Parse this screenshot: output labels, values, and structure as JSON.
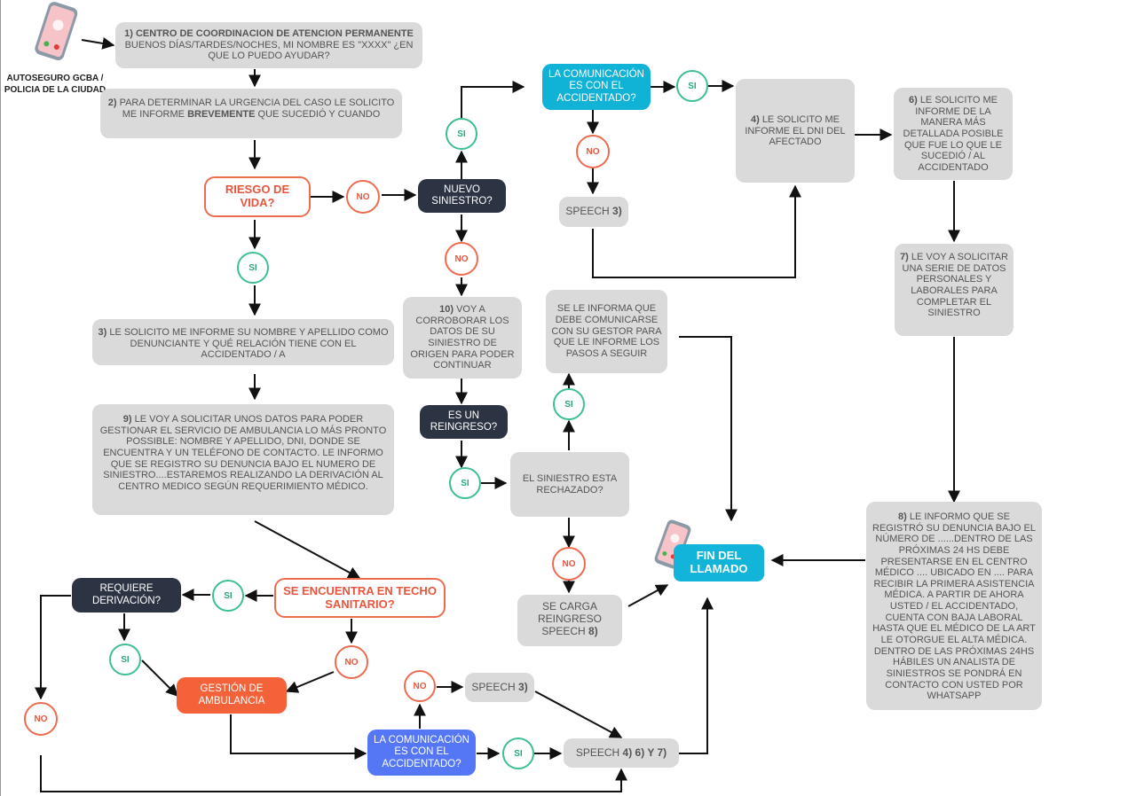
{
  "author_label": "AUTOSEGURO GCBA / POLICIA DE LA CIUDAD",
  "colors": {
    "si": "#3dbf93",
    "no": "#ee6b50",
    "dark_node": "#2c3444",
    "cyan_node": "#10b2d6",
    "blue_node": "#5577f5",
    "orange_node": "#f4623a",
    "gray_node": "#dadada"
  },
  "icons": {
    "phone": "phone-icon"
  },
  "nodes": {
    "n1": {
      "num": "1)",
      "bold": "CENTRO DE  COORDINACION DE ATENCION PERMANENTE",
      "text": "BUENOS DÍAS/TARDES/NOCHES, MI NOMBRE ES \"XXXX\" ¿EN QUE LO PUEDO AYUDAR?"
    },
    "n2": {
      "num": "2)",
      "pre": "PARA DETERMINAR LA URGENCIA DEL CASO LE SOLICITO ME INFORME",
      "bold": "BREVEMENTE",
      "post": "QUE SUCEDIÓ Y CUANDO"
    },
    "riesgo": "RIESGO DE VIDA?",
    "nuevo": "NUEVO SINIESTRO?",
    "com1": "LA COMUNICACIÓN ES CON EL ACCIDENTADO?",
    "speech3a": {
      "text": "SPEECH",
      "num": "3)"
    },
    "n4": {
      "num": "4)",
      "text": "LE SOLICITO ME INFORME EL DNI DEL AFECTADO"
    },
    "n6": {
      "num": "6)",
      "text": "LE SOLICITO ME INFORME DE LA MANERA MÁS DETALLADA POSIBLE QUE FUE LO QUE LE SUCEDIÓ / AL ACCIDENTADO"
    },
    "n7": {
      "num": "7)",
      "text": "LE VOY A SOLICITAR UNA SERIE DE DATOS PERSONALES Y LABORALES PARA COMPLETAR EL SINIESTRO"
    },
    "n3": {
      "num": "3)",
      "text": "LE SOLICITO ME INFORME SU NOMBRE Y APELLIDO COMO DENUNCIANTE Y QUÉ RELACIÓN TIENE CON EL ACCIDENTADO / A"
    },
    "n10": {
      "num": "10)",
      "text": "VOY A CORROBORAR LOS DATOS DE SU SINIESTRO DE ORIGEN PARA PODER CONTINUAR"
    },
    "gestor": "SE LE INFORMA QUE DEBE COMUNICARSE CON SU GESTOR PARA QUE LE INFORME LOS PASOS A SEGUIR",
    "reingreso": "ES UN REINGRESO?",
    "rechazado": "EL SINIESTRO ESTA RECHAZADO?",
    "n9": {
      "num": "9)",
      "text": "LE VOY A SOLICITAR UNOS DATOS PARA PODER GESTIONAR EL SERVICIO DE AMBULANCIA LO MÁS PRONTO POSSIBLE: NOMBRE Y APELLIDO, DNI, DONDE SE ENCUENTRA Y UN TELÉFONO DE CONTACTO. LE INFORMO QUE SE REGISTRO SU DENUNCIA BAJO EL NUMERO DE SINIESTRO....ESTAREMOS REALIZANDO LA DERIVACIÓN AL CENTRO MEDICO SEGÚN REQUERIMIENTO MÉDICO."
    },
    "n8": {
      "num": "8)",
      "text": "LE INFORMO QUE SE REGISTRÓ SU DENUNCIA BAJO EL NÚMERO DE ......DENTRO DE LAS PRÓXIMAS 24 HS DEBE PRESENTARSE EN EL CENTRO MÉDICO .... UBICADO EN .... PARA RECIBIR LA PRIMERA ASISTENCIA MÉDICA. A PARTIR DE AHORA USTED / EL ACCIDENTADO, CUENTA CON BAJA LABORAL HASTA QUE EL MÉDICO DE LA ART LE OTORGUE EL ALTA MÉDICA. DENTRO DE LAS PRÓXIMAS 24HS HÁBILES UN ANALISTA DE SINIESTROS SE PONDRÁ EN CONTACTO CON USTED POR WHATSAPP"
    },
    "fin": "FIN DEL LLAMADO",
    "carga": {
      "text": "SE CARGA REINGRESO SPEECH",
      "num": "8)"
    },
    "techo": "SE ENCUENTRA EN TECHO SANITARIO?",
    "deriv": "REQUIERE DERIVACIÓN?",
    "gestion": "GESTIÓN DE AMBULANCIA",
    "speech3b": {
      "text": "SPEECH",
      "num": "3)"
    },
    "com2": "LA COMUNICACIÓN ES CON EL ACCIDENTADO?",
    "speech467": {
      "text": "SPEECH",
      "num": "4) 6) Y 7)"
    }
  },
  "labels": {
    "si": "SI",
    "no": "NO"
  }
}
